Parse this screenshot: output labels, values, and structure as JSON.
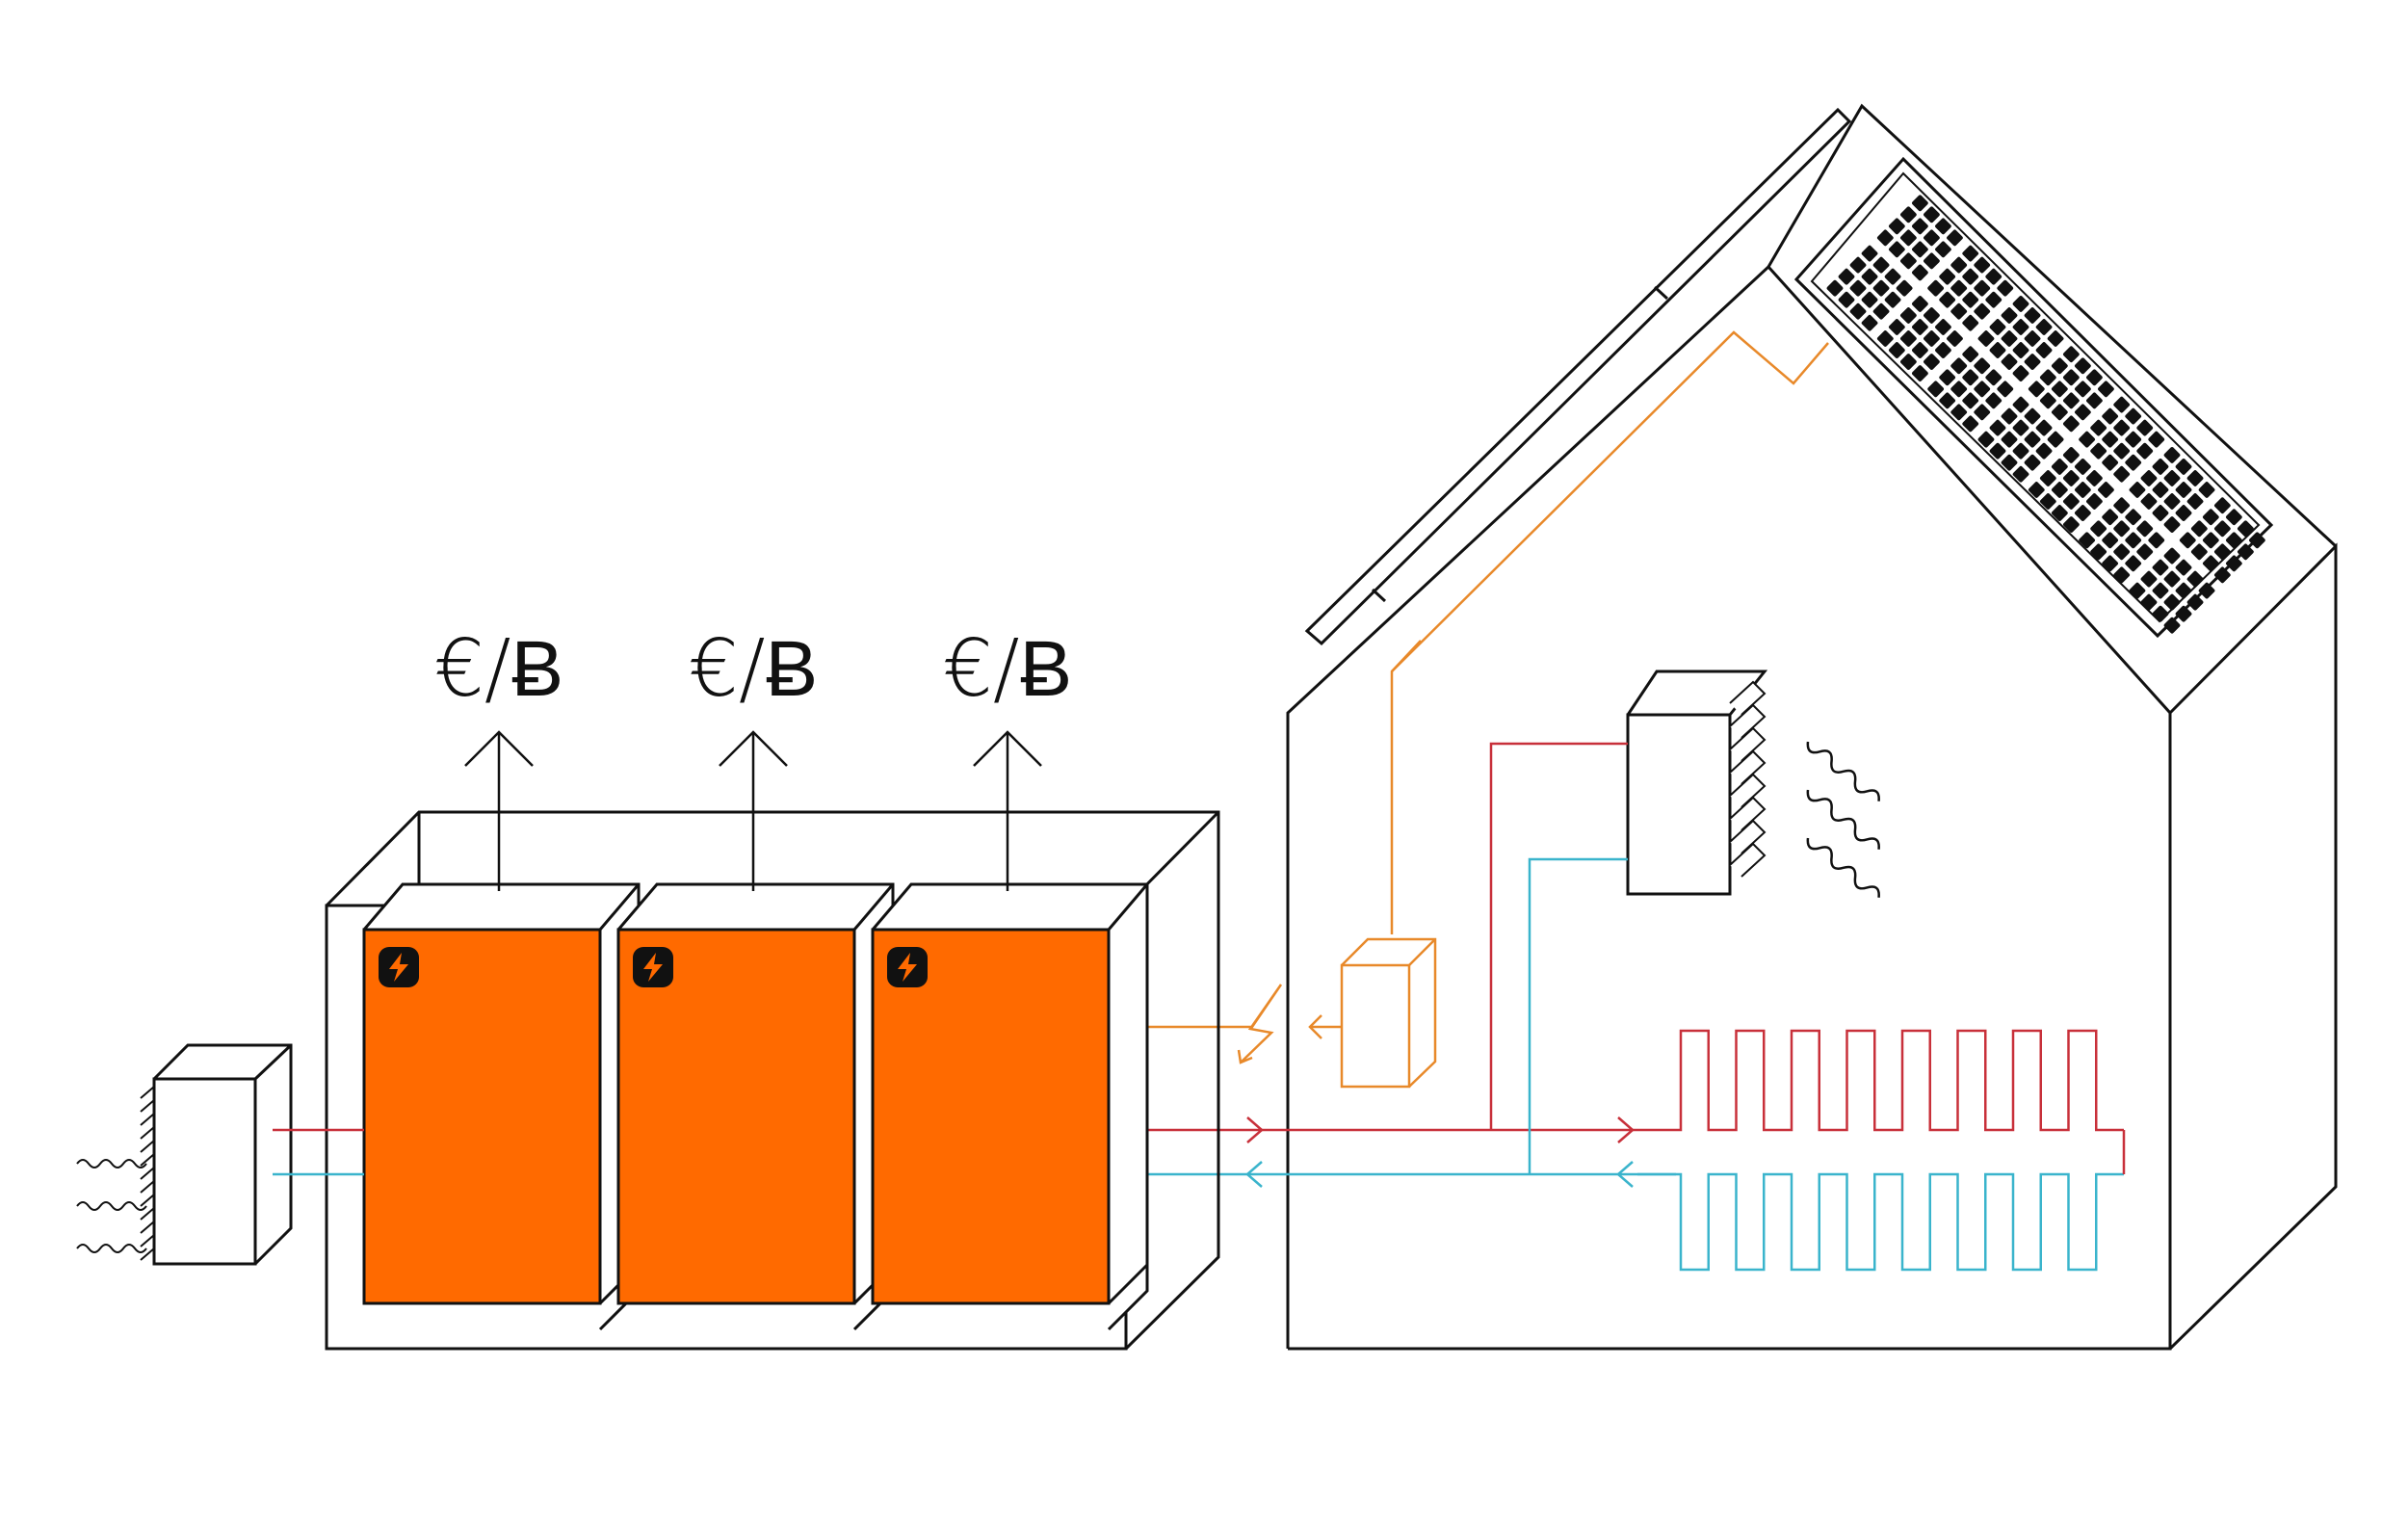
{
  "colors": {
    "line": "#111111",
    "miner_fill": "#ff6a00",
    "power_line": "#e8892a",
    "hot_water": "#c8303a",
    "cold_water": "#3ab4cc",
    "solar_cell": "#111111"
  },
  "icons": {
    "miner_logo": "lightning-bolt-icon",
    "heat_wave": "wavy-heat-icon"
  },
  "miners": [
    {
      "output_label": "€/Ƀ"
    },
    {
      "output_label": "€/Ƀ"
    },
    {
      "output_label": "€/Ƀ"
    }
  ]
}
